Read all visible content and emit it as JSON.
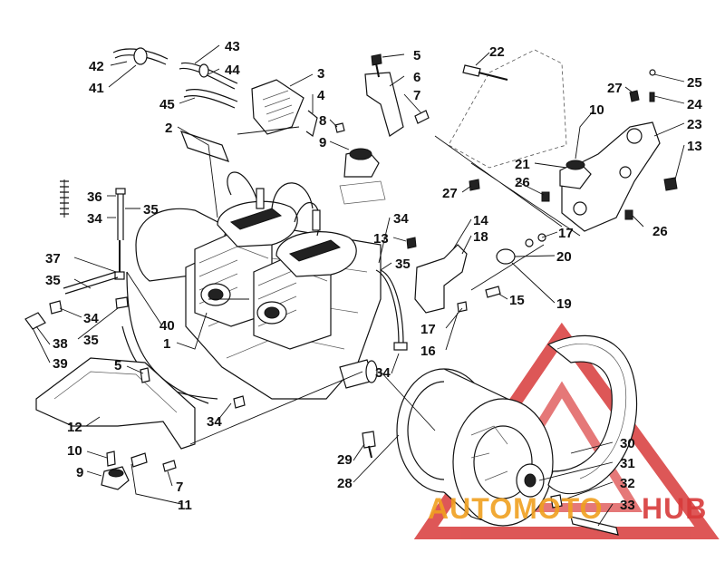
{
  "callouts": [
    {
      "id": "c42",
      "text": "42"
    },
    {
      "id": "c41",
      "text": "41"
    },
    {
      "id": "c43",
      "text": "43"
    },
    {
      "id": "c44",
      "text": "44"
    },
    {
      "id": "c45",
      "text": "45"
    },
    {
      "id": "c3",
      "text": "3"
    },
    {
      "id": "c4",
      "text": "4"
    },
    {
      "id": "c2",
      "text": "2"
    },
    {
      "id": "c8",
      "text": "8"
    },
    {
      "id": "c9",
      "text": "9"
    },
    {
      "id": "c5a",
      "text": "5"
    },
    {
      "id": "c6",
      "text": "6"
    },
    {
      "id": "c7a",
      "text": "7"
    },
    {
      "id": "c22",
      "text": "22"
    },
    {
      "id": "c27a",
      "text": "27"
    },
    {
      "id": "c25",
      "text": "25"
    },
    {
      "id": "c24",
      "text": "24"
    },
    {
      "id": "c10a",
      "text": "10"
    },
    {
      "id": "c23",
      "text": "23"
    },
    {
      "id": "c13a",
      "text": "13"
    },
    {
      "id": "c21",
      "text": "21"
    },
    {
      "id": "c26a",
      "text": "26"
    },
    {
      "id": "c27b",
      "text": "27"
    },
    {
      "id": "c26b",
      "text": "26"
    },
    {
      "id": "c36",
      "text": "36"
    },
    {
      "id": "c34a",
      "text": "34"
    },
    {
      "id": "c35a",
      "text": "35"
    },
    {
      "id": "c34b",
      "text": "34"
    },
    {
      "id": "c14",
      "text": "14"
    },
    {
      "id": "c13b",
      "text": "13"
    },
    {
      "id": "c18",
      "text": "18"
    },
    {
      "id": "c35b",
      "text": "35"
    },
    {
      "id": "c17a",
      "text": "17"
    },
    {
      "id": "c20",
      "text": "20"
    },
    {
      "id": "c19",
      "text": "19"
    },
    {
      "id": "c37",
      "text": "37"
    },
    {
      "id": "c35c",
      "text": "35"
    },
    {
      "id": "c15",
      "text": "15"
    },
    {
      "id": "c34c",
      "text": "34"
    },
    {
      "id": "c40",
      "text": "40"
    },
    {
      "id": "c17b",
      "text": "17"
    },
    {
      "id": "c16",
      "text": "16"
    },
    {
      "id": "c35d",
      "text": "35"
    },
    {
      "id": "c1",
      "text": "1"
    },
    {
      "id": "c38",
      "text": "38"
    },
    {
      "id": "c39",
      "text": "39"
    },
    {
      "id": "c5b",
      "text": "5"
    },
    {
      "id": "c34d",
      "text": "34"
    },
    {
      "id": "c12",
      "text": "12"
    },
    {
      "id": "c34e",
      "text": "34"
    },
    {
      "id": "c10b",
      "text": "10"
    },
    {
      "id": "c9b",
      "text": "9"
    },
    {
      "id": "c7b",
      "text": "7"
    },
    {
      "id": "c11",
      "text": "11"
    },
    {
      "id": "c29",
      "text": "29"
    },
    {
      "id": "c28",
      "text": "28"
    },
    {
      "id": "c30",
      "text": "30"
    },
    {
      "id": "c31",
      "text": "31"
    },
    {
      "id": "c32",
      "text": "32"
    },
    {
      "id": "c33",
      "text": "33"
    }
  ],
  "watermark": {
    "text_part1": "AUTOMOTO",
    "text_part2": "HUB",
    "color_orange": "#f0a020",
    "color_red": "#d83a3a"
  }
}
